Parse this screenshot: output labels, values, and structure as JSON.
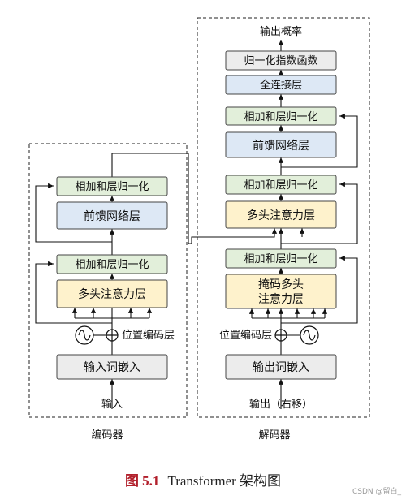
{
  "encoder": {
    "input_label": "输入",
    "embedding": "输入词嵌入",
    "pos_label": "位置编码层",
    "attention": "多头注意力层",
    "addnorm1": "相加和层归一化",
    "ffn": "前馈网络层",
    "addnorm2": "相加和层归一化",
    "caption": "编码器"
  },
  "decoder": {
    "input_label": "输出（右移）",
    "embedding": "输出词嵌入",
    "pos_label": "位置编码层",
    "masked_attention_line1": "掩码多头",
    "masked_attention_line2": "注意力层",
    "addnorm1": "相加和层归一化",
    "cross_attention": "多头注意力层",
    "addnorm2": "相加和层归一化",
    "ffn": "前馈网络层",
    "addnorm3": "相加和层归一化",
    "linear": "全连接层",
    "softmax": "归一化指数函数",
    "output_label": "输出概率",
    "caption": "解码器"
  },
  "figure": {
    "number": "图 5.1",
    "title": "Transformer 架构图"
  },
  "watermark": "CSDN @留白_",
  "colors": {
    "addnorm_fill": "#e2efda",
    "attention_fill": "#fef2cc",
    "ffn_fill": "#dde8f5",
    "embedding_fill": "#ececec",
    "caption_red": "#b2202c"
  }
}
